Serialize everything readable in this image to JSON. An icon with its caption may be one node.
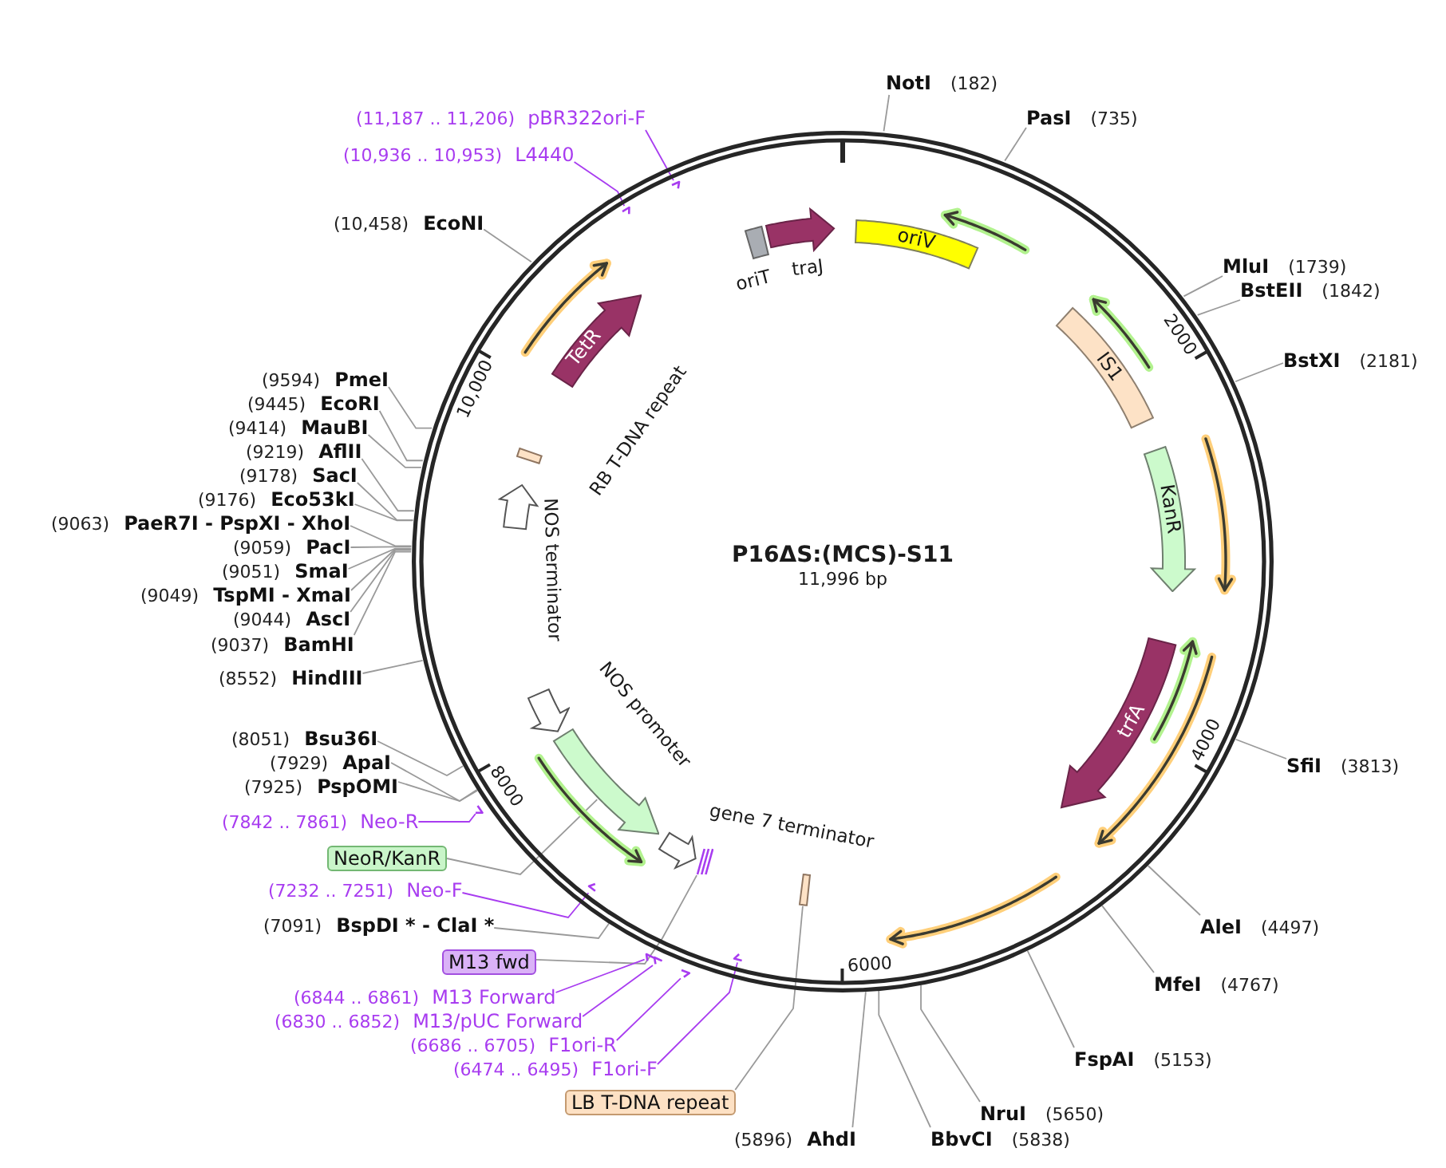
{
  "diagram": {
    "nodes": [
      {
        "text": [
          "P16ΔS:(MCS)-S11",
          "11,996 bp"
        ]
      },
      {
        "text": [
          "oriT"
        ],
        "in": 0
      },
      {
        "text": [
          "traJ"
        ],
        "in": 0
      },
      {
        "text": [
          "oriV"
        ],
        "in": 0
      },
      {
        "text": [
          "IS1"
        ],
        "in": 0
      },
      {
        "text": [
          "KanR"
        ],
        "in": 0
      },
      {
        "text": [
          "trfA"
        ],
        "in": 0
      },
      {
        "text": [
          "TetR"
        ],
        "in": 0
      },
      {
        "text": [
          "RB T-DNA repeat"
        ],
        "in": 0
      },
      {
        "text": [
          "NOS terminator"
        ],
        "in": 0
      },
      {
        "text": [
          "NOS promoter"
        ],
        "in": 0
      },
      {
        "text": [],
        "shape": "arrow",
        "in": 0
      },
      {
        "text": [
          "gene 7 terminator"
        ],
        "in": 0
      },
      {
        "text": [],
        "shape": "bar",
        "in": 0
      },
      {
        "text": [],
        "shape": "bar",
        "in": 0
      },
      {
        "text": [
          "NotI",
          "(182)"
        ]
      },
      {
        "text": [
          "(11,187 .. 11,206)",
          "pBR322ori-F"
        ]
      },
      {
        "text": [
          "PasI",
          "(735)"
        ]
      },
      {
        "text": [
          "(10,936 .. 10,953)",
          "L4440"
        ]
      },
      {
        "text": [
          "(10,458)",
          "EcoNI"
        ]
      },
      {
        "text": [
          "MluI",
          "(1739)"
        ]
      },
      {
        "text": [
          "BstEII",
          "(1842)"
        ]
      },
      {
        "text": [
          "BstXI",
          "(2181)"
        ]
      },
      {
        "text": [
          "(9594)",
          "PmeI"
        ]
      },
      {
        "text": [
          "(9445)",
          "EcoRI"
        ]
      },
      {
        "text": [
          "(9414)",
          "MauBI"
        ]
      },
      {
        "text": [
          "(9219)",
          "AflII"
        ]
      },
      {
        "text": [
          "(9178)",
          "SacI"
        ]
      },
      {
        "text": [
          "(9176)",
          "Eco53kI"
        ]
      },
      {
        "text": [
          "(9063)",
          "PaeR7I - PspXI - XhoI"
        ]
      },
      {
        "text": [
          "(9059)",
          "PacI"
        ]
      },
      {
        "text": [
          "(9051)",
          "SmaI"
        ]
      },
      {
        "text": [
          "(9049)",
          "TspMI - XmaI"
        ]
      },
      {
        "text": [
          "(9044)",
          "AscI"
        ]
      },
      {
        "text": [
          "(9037)",
          "BamHI"
        ]
      },
      {
        "text": [
          "(8552)",
          "HindIII"
        ]
      },
      {
        "text": [
          "(8051)",
          "Bsu36I"
        ]
      },
      {
        "text": [
          "(7929)",
          "ApaI"
        ]
      },
      {
        "text": [
          "SfiI",
          "(3813)"
        ]
      },
      {
        "text": [
          "(7925)",
          "PspOMI"
        ]
      },
      {
        "text": [
          "(7842 .. 7861)",
          "Neo-R"
        ]
      },
      {
        "text": [
          "NeoR/KanR"
        ]
      },
      {
        "text": [
          "(7232 .. 7251)",
          "Neo-F"
        ]
      },
      {
        "text": [
          "(7091)",
          "BspDI * - ClaI *"
        ]
      },
      {
        "text": [
          "AleI",
          "(4497)"
        ]
      },
      {
        "text": [
          "M13 fwd"
        ]
      },
      {
        "text": [
          "MfeI",
          "(4767)"
        ]
      },
      {
        "text": [
          "(6844 .. 6861)",
          "M13 Forward"
        ]
      },
      {
        "text": [
          "(6830 .. 6852)",
          "M13/pUC Forward"
        ]
      },
      {
        "text": [
          "(6686 .. 6705)",
          "F1ori-R"
        ]
      },
      {
        "text": [
          "FspAI",
          "(5153)"
        ]
      },
      {
        "text": [
          "(6474 .. 6495)",
          "F1ori-F"
        ]
      },
      {
        "text": [
          "LB T-DNA repeat"
        ]
      },
      {
        "text": [
          "NruI",
          "(5650)"
        ]
      },
      {
        "text": [
          "(5896)",
          "AhdI"
        ]
      },
      {
        "text": [
          "BbvCI",
          "(5838)"
        ]
      },
      {
        "text": [],
        "shape": "arrow",
        "in": 0
      },
      {
        "text": [],
        "shape": "arrow",
        "in": 0
      },
      {
        "text": [],
        "shape": "arrow"
      },
      {
        "text": [],
        "shape": "arrow",
        "in": 0
      },
      {
        "text": [],
        "shape": "arrow"
      },
      {
        "text": [],
        "shape": "arrow"
      },
      {
        "text": [],
        "shape": "arrow"
      },
      {
        "text": [],
        "shape": "arrow",
        "in": 0
      }
    ],
    "edges": [
      {
        "from": 15,
        "to": 0,
        "arrow": "none"
      },
      {
        "from": 16,
        "to": 56,
        "arrow": "none",
        "color": "#a83cf0"
      },
      {
        "from": 17,
        "to": 0,
        "arrow": "none"
      },
      {
        "from": 18,
        "to": 57,
        "arrow": "none",
        "color": "#a83cf0"
      },
      {
        "from": 19,
        "to": 0,
        "arrow": "none"
      },
      {
        "from": 20,
        "to": 0,
        "arrow": "none"
      },
      {
        "from": 21,
        "to": 0,
        "arrow": "none"
      },
      {
        "from": 22,
        "to": 0,
        "arrow": "none"
      },
      {
        "from": 23,
        "to": 0,
        "arrow": "none"
      },
      {
        "from": 24,
        "to": 0,
        "arrow": "none"
      },
      {
        "from": 25,
        "to": 0,
        "arrow": "none"
      },
      {
        "from": 26,
        "to": 0,
        "arrow": "none"
      },
      {
        "from": 27,
        "to": 0,
        "arrow": "none"
      },
      {
        "from": 28,
        "to": 0,
        "arrow": "none"
      },
      {
        "from": 29,
        "to": 0,
        "arrow": "none"
      },
      {
        "from": 30,
        "to": 0,
        "arrow": "none"
      },
      {
        "from": 31,
        "to": 0,
        "arrow": "none"
      },
      {
        "from": 32,
        "to": 0,
        "arrow": "none"
      },
      {
        "from": 33,
        "to": 0,
        "arrow": "none"
      },
      {
        "from": 34,
        "to": 0,
        "arrow": "none"
      },
      {
        "from": 35,
        "to": 0,
        "arrow": "none"
      },
      {
        "from": 36,
        "to": 0,
        "arrow": "none"
      },
      {
        "from": 37,
        "to": 0,
        "arrow": "none"
      },
      {
        "from": 38,
        "to": 0,
        "arrow": "none"
      },
      {
        "from": 39,
        "to": 0,
        "arrow": "none"
      },
      {
        "from": 40,
        "to": 58,
        "arrow": "none",
        "color": "#a83cf0"
      },
      {
        "from": 41,
        "to": 11,
        "arrow": "none"
      },
      {
        "from": 42,
        "to": 59,
        "arrow": "none",
        "color": "#a83cf0"
      },
      {
        "from": 43,
        "to": 0,
        "arrow": "none"
      },
      {
        "from": 44,
        "to": 0,
        "arrow": "none"
      },
      {
        "from": 45,
        "to": 14,
        "arrow": "none"
      },
      {
        "from": 46,
        "to": 0,
        "arrow": "none"
      },
      {
        "from": 47,
        "to": 60,
        "arrow": "none",
        "color": "#a83cf0"
      },
      {
        "from": 48,
        "to": 61,
        "arrow": "none",
        "color": "#a83cf0"
      },
      {
        "from": 49,
        "to": 62,
        "arrow": "none",
        "color": "#a83cf0"
      },
      {
        "from": 50,
        "to": 0,
        "arrow": "none"
      },
      {
        "from": 51,
        "to": 63,
        "arrow": "none",
        "color": "#a83cf0"
      },
      {
        "from": 52,
        "to": 13,
        "arrow": "none"
      },
      {
        "from": 53,
        "to": 0,
        "arrow": "none"
      },
      {
        "from": 54,
        "to": 0,
        "arrow": "none"
      },
      {
        "from": 55,
        "to": 0,
        "arrow": "none"
      }
    ],
    "labels": [
      "2000",
      "10,000",
      "4000",
      "8000",
      "6000"
    ]
  }
}
